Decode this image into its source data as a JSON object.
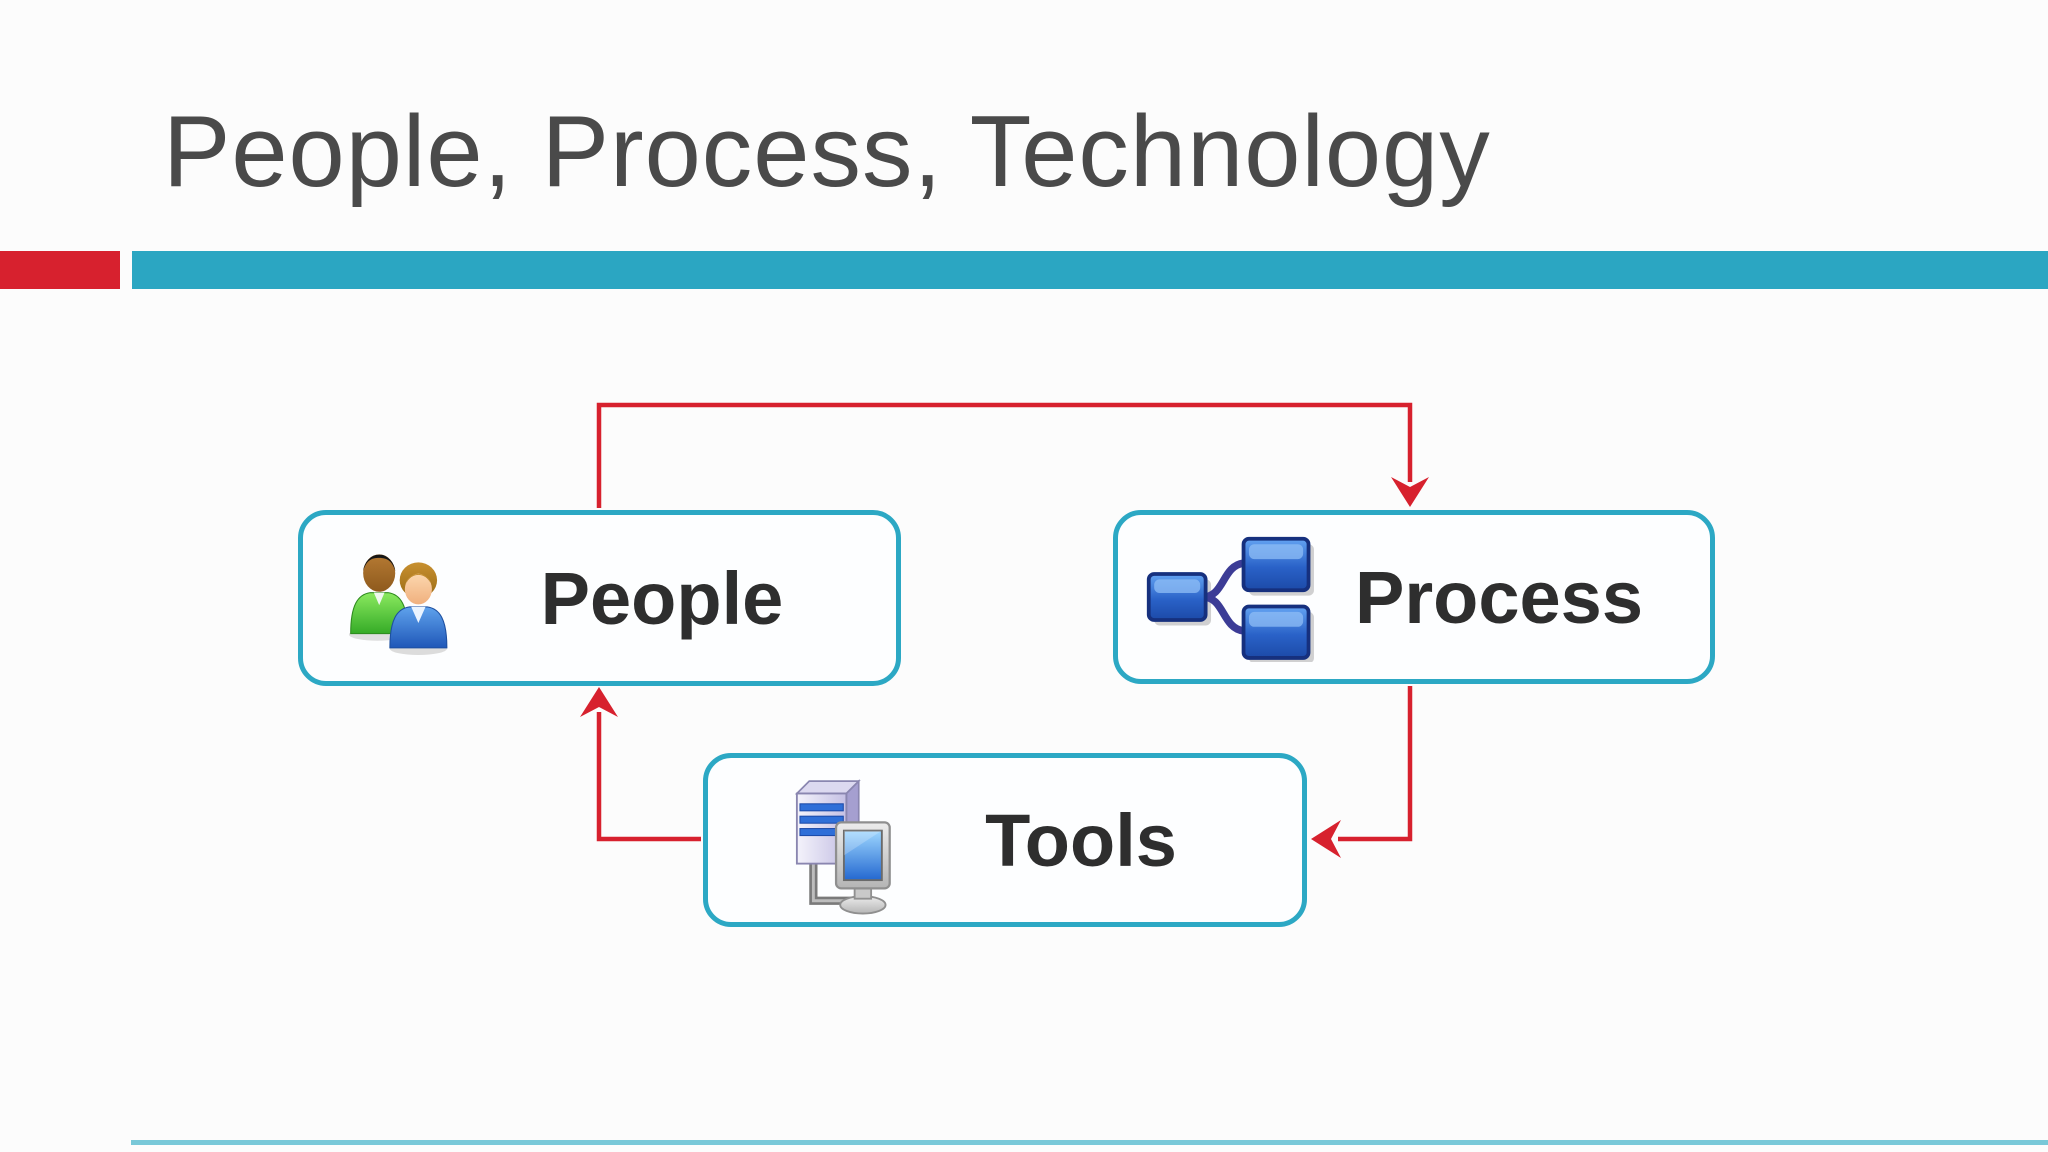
{
  "slide": {
    "title": "People, Process, Technology",
    "colors": {
      "accent_red": "#d7212e",
      "accent_teal": "#2ba6c2",
      "title_gray": "#4a4a4a",
      "box_border": "#2ca8c4",
      "box_fill": "#fdfeff",
      "label_dark": "#2e2e2e",
      "footer_teal": "#79c8d8",
      "page_bg": "#fcfcfc"
    }
  },
  "diagram": {
    "type": "cycle",
    "nodes": [
      {
        "id": "people",
        "label": "People",
        "icon": "two-users-icon"
      },
      {
        "id": "process",
        "label": "Process",
        "icon": "flowchart-icon"
      },
      {
        "id": "tools",
        "label": "Tools",
        "icon": "server-workstation-icon"
      }
    ],
    "edges": [
      {
        "from": "People",
        "to": "Process"
      },
      {
        "from": "Process",
        "to": "Tools"
      },
      {
        "from": "Tools",
        "to": "People"
      }
    ],
    "edge_color": "#d7212e"
  }
}
